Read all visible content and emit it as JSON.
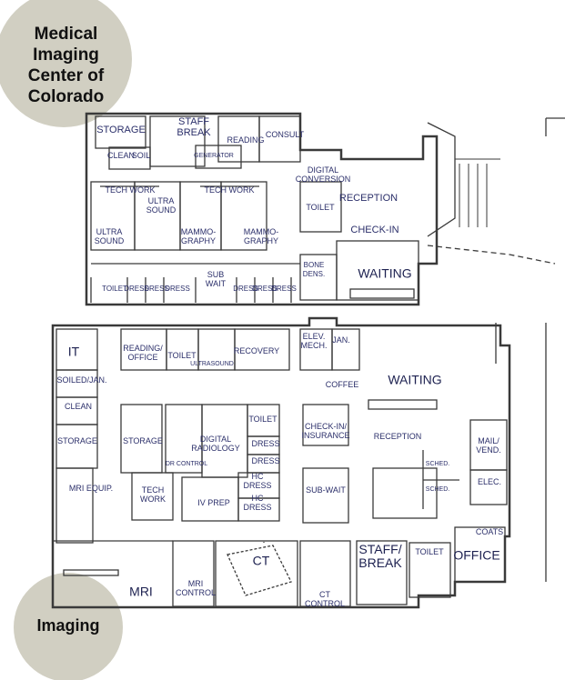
{
  "badges": {
    "top_title": "Medical\nImaging\nCenter of\nColorado",
    "bottom_title": "Imaging"
  },
  "colors": {
    "badge": "#cfccbf",
    "wall": "#3a3a3a",
    "label": "#2b2f6a"
  },
  "upper_floor": {
    "rooms": [
      "STORAGE",
      "STAFF\nBREAK",
      "READING",
      "CONSULT",
      "CLEAN",
      "SOIL",
      "GENERATOR",
      "DIGITAL\nCONVERSION",
      "TECH WORK",
      "TECH WORK",
      "ULTRA\nSOUND",
      "RECEPTION",
      "TOILET",
      "ULTRA\nSOUND",
      "MAMMO-\nGRAPHY",
      "MAMMO-\nGRAPHY",
      "CHECK-IN",
      "BONE\nDENS.",
      "WAITING",
      "SUB\nWAIT",
      "TOILET",
      "DRESS",
      "DRESS",
      "DRESS",
      "DRESS",
      "DRESS",
      "DRESS"
    ]
  },
  "lower_floor": {
    "rooms": [
      "IT",
      "READING/\nOFFICE",
      "TOILET",
      "ULTRASOUND",
      "RECOVERY",
      "ELEV.\nMECH.",
      "JAN.",
      "SOILED/JAN.",
      "WAITING",
      "COFFEE",
      "CLEAN",
      "TOILET",
      "CHECK-IN/\nINSURANCE",
      "RECEPTION",
      "STORAGE",
      "STORAGE",
      "DIGITAL\nRADIOLOGY",
      "DRESS",
      "DRESS",
      "MAIL/\nVEND.",
      "DR CONTROL",
      "SCHED.",
      "SCHED.",
      "ELEC.",
      "HC\nDRESS",
      "MRI EQUIP.",
      "TECH\nWORK",
      "SUB-WAIT",
      "IV PREP",
      "HC\nDRESS",
      "COATS",
      "TOILET",
      "OFFICE",
      "STAFF/\nBREAK",
      "CT",
      "MRI",
      "MRI\nCONTROL",
      "CT\nCONTROL"
    ]
  }
}
